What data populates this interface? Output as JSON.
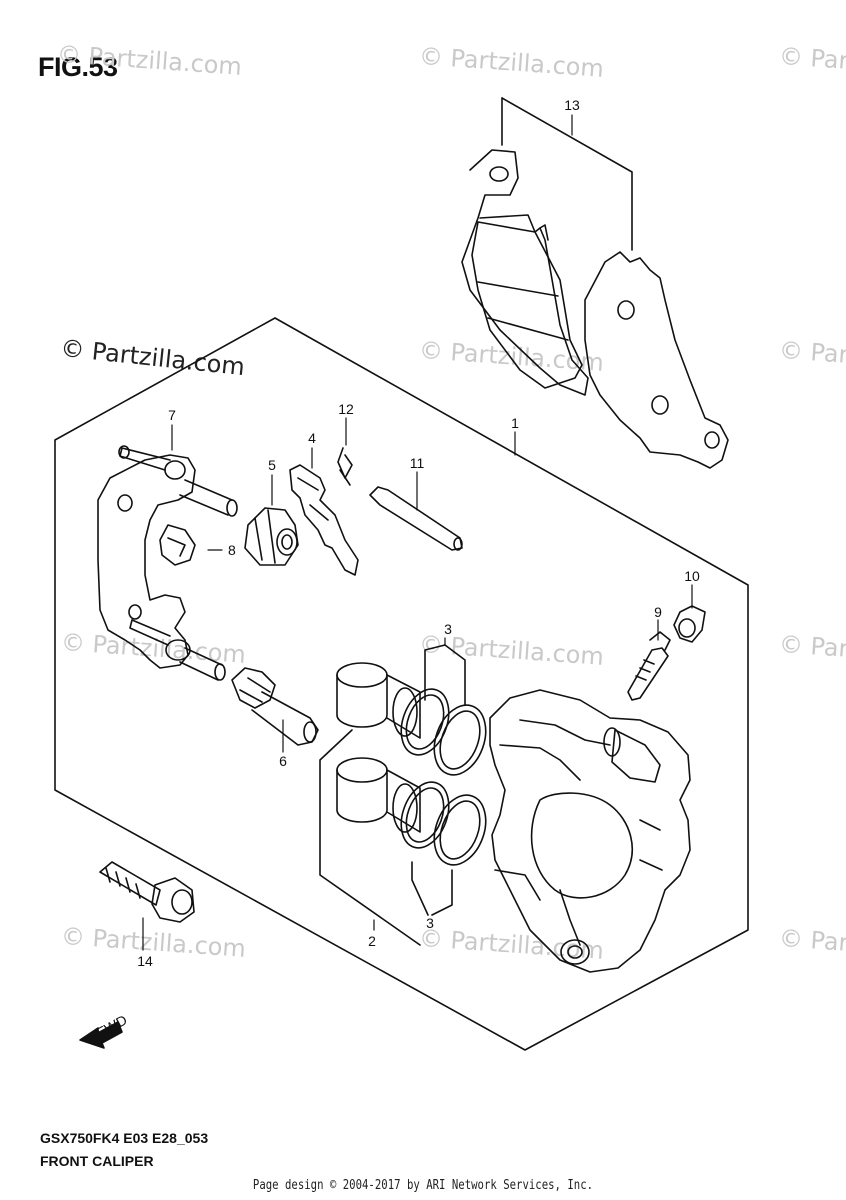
{
  "figure": {
    "title": "FIG.53",
    "model_code": "GSX750FK4 E03 E28_053",
    "name": "FRONT CALIPER"
  },
  "watermark": {
    "text": "© Partzilla.com",
    "short_text": "© Par"
  },
  "callouts": [
    "1",
    "2",
    "3",
    "3",
    "4",
    "5",
    "6",
    "7",
    "8",
    "9",
    "10",
    "11",
    "12",
    "13",
    "14"
  ],
  "arrow_label": "FWD",
  "footer": "Page design © 2004-2017 by ARI Network Services, Inc.",
  "colors": {
    "line": "#111111",
    "watermark": "#c9c9c9",
    "background": "#ffffff"
  }
}
